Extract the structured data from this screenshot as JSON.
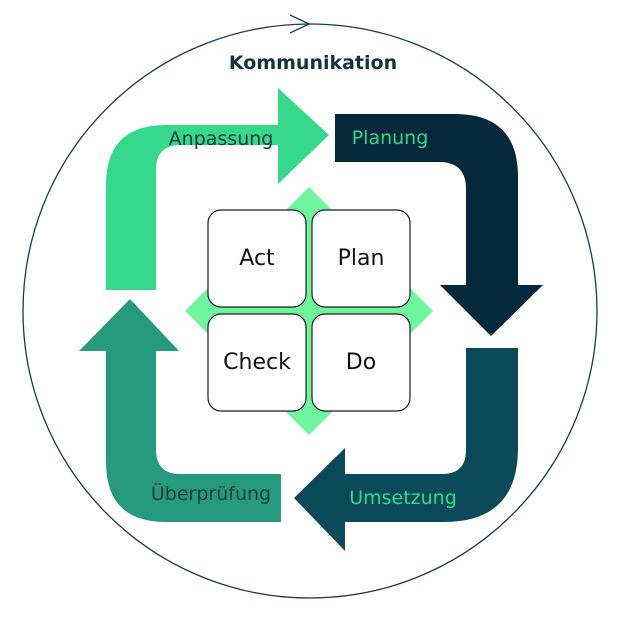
{
  "title": "Kommunikation",
  "colors": {
    "anpassung": "#36d98c",
    "planung": "#03293a",
    "umsetzung": "#0b4b59",
    "ueberpruefung": "#259a7c",
    "diamond": "#6ff59d",
    "circle": "#1e3a46",
    "label_dark": "#1f3b3f",
    "label_light": "#36d98c"
  },
  "phases": [
    {
      "id": "anpassung",
      "label": "Anpassung"
    },
    {
      "id": "planung",
      "label": "Planung"
    },
    {
      "id": "umsetzung",
      "label": "Umsetzung"
    },
    {
      "id": "ueberpruefung",
      "label": "Überprüfung"
    }
  ],
  "boxes": {
    "act": "Act",
    "plan": "Plan",
    "check": "Check",
    "do": "Do"
  }
}
